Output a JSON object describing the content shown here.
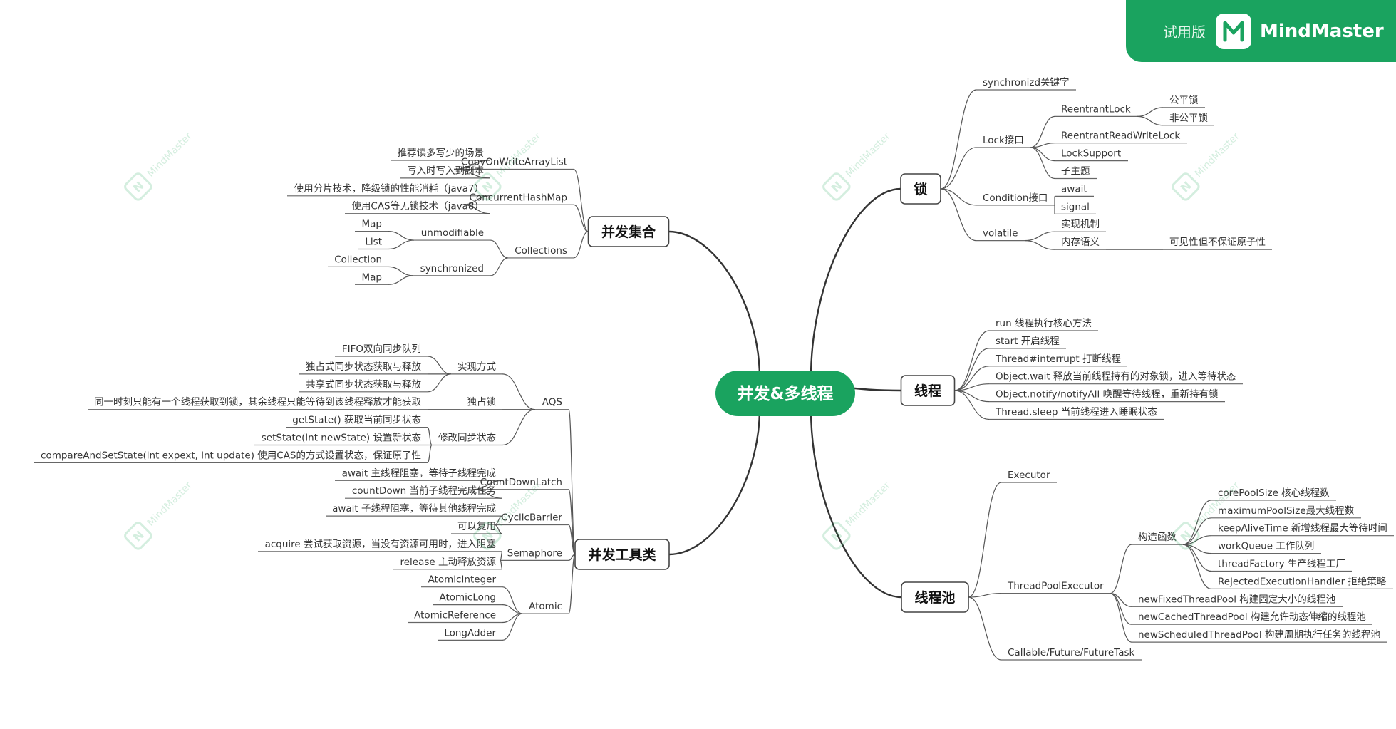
{
  "branding": {
    "trial_label": "试用版",
    "app_name": "MindMaster",
    "watermark": "MindMaster",
    "accent_color": "#1aa35f"
  },
  "mindmap": {
    "root": "并发&多线程",
    "branches": [
      {
        "label": "锁",
        "side": "right",
        "children": [
          {
            "label": "synchronizd关键字"
          },
          {
            "label": "Lock接口",
            "children": [
              {
                "label": "ReentrantLock",
                "children": [
                  {
                    "label": "公平锁"
                  },
                  {
                    "label": "非公平锁"
                  }
                ]
              },
              {
                "label": "ReentrantReadWriteLock"
              },
              {
                "label": "LockSupport"
              },
              {
                "label": "子主题"
              }
            ]
          },
          {
            "label": "Condition接口",
            "children": [
              {
                "label": "await"
              },
              {
                "label": "signal"
              }
            ]
          },
          {
            "label": "volatile",
            "children": [
              {
                "label": "实现机制"
              },
              {
                "label": "内存语义",
                "children": [
                  {
                    "label": "可见性但不保证原子性"
                  }
                ]
              }
            ]
          }
        ]
      },
      {
        "label": "线程",
        "side": "right",
        "children": [
          {
            "label": "run 线程执行核心方法"
          },
          {
            "label": "start 开启线程"
          },
          {
            "label": "Thread#interrupt 打断线程"
          },
          {
            "label": "Object.wait 释放当前线程持有的对象锁，进入等待状态"
          },
          {
            "label": "Object.notify/notifyAll 唤醒等待线程，重新持有锁"
          },
          {
            "label": "Thread.sleep 当前线程进入睡眠状态"
          }
        ]
      },
      {
        "label": "线程池",
        "side": "right",
        "children": [
          {
            "label": "Executor"
          },
          {
            "label": "ThreadPoolExecutor",
            "children": [
              {
                "label": "构造函数",
                "children": [
                  {
                    "label": "corePoolSize 核心线程数"
                  },
                  {
                    "label": "maximumPoolSize最大线程数"
                  },
                  {
                    "label": "keepAliveTime 新增线程最大等待时间"
                  },
                  {
                    "label": "workQueue 工作队列"
                  },
                  {
                    "label": "threadFactory 生产线程工厂"
                  },
                  {
                    "label": "RejectedExecutionHandler 拒绝策略"
                  }
                ]
              },
              {
                "label": "newFixedThreadPool 构建固定大小的线程池"
              },
              {
                "label": "newCachedThreadPool 构建允许动态伸缩的线程池"
              },
              {
                "label": "newScheduledThreadPool 构建周期执行任务的线程池"
              }
            ]
          },
          {
            "label": "Callable/Future/FutureTask"
          }
        ]
      },
      {
        "label": "并发集合",
        "side": "left",
        "children": [
          {
            "label": "CopyOnWriteArrayList",
            "children": [
              {
                "label": "推荐读多写少的场景"
              },
              {
                "label": "写入时写入到副本"
              }
            ]
          },
          {
            "label": "ConcurrentHashMap",
            "children": [
              {
                "label": "使用分片技术，降级锁的性能消耗（java7）"
              },
              {
                "label": "使用CAS等无锁技术（java8）"
              }
            ]
          },
          {
            "label": "Collections",
            "children": [
              {
                "label": "unmodifiable",
                "children": [
                  {
                    "label": "Map"
                  },
                  {
                    "label": "List"
                  }
                ]
              },
              {
                "label": "synchronized",
                "children": [
                  {
                    "label": "Collection"
                  },
                  {
                    "label": "Map"
                  }
                ]
              }
            ]
          }
        ]
      },
      {
        "label": "并发工具类",
        "side": "left",
        "children": [
          {
            "label": "AQS",
            "children": [
              {
                "label": "实现方式",
                "children": [
                  {
                    "label": "FIFO双向同步队列"
                  },
                  {
                    "label": "独占式同步状态获取与释放"
                  },
                  {
                    "label": "共享式同步状态获取与释放"
                  }
                ]
              },
              {
                "label": "独占锁",
                "children": [
                  {
                    "label": "同一时刻只能有一个线程获取到锁，其余线程只能等待到该线程释放才能获取"
                  }
                ]
              },
              {
                "label": "修改同步状态",
                "children": [
                  {
                    "label": "getState() 获取当前同步状态"
                  },
                  {
                    "label": "setState(int newState) 设置新状态"
                  },
                  {
                    "label": "compareAndSetState(int expext, int update) 使用CAS的方式设置状态，保证原子性"
                  }
                ]
              }
            ]
          },
          {
            "label": "CountDownLatch",
            "children": [
              {
                "label": "await 主线程阻塞，等待子线程完成"
              },
              {
                "label": "countDown 当前子线程完成任务"
              }
            ]
          },
          {
            "label": "CyclicBarrier",
            "children": [
              {
                "label": "await 子线程阻塞，等待其他线程完成"
              },
              {
                "label": "可以复用"
              }
            ]
          },
          {
            "label": "Semaphore",
            "children": [
              {
                "label": "acquire 尝试获取资源，当没有资源可用时，进入阻塞"
              },
              {
                "label": "release 主动释放资源"
              }
            ]
          },
          {
            "label": "Atomic",
            "children": [
              {
                "label": "AtomicInteger"
              },
              {
                "label": "AtomicLong"
              },
              {
                "label": "AtomicReference"
              },
              {
                "label": "LongAdder"
              }
            ]
          }
        ]
      }
    ]
  }
}
